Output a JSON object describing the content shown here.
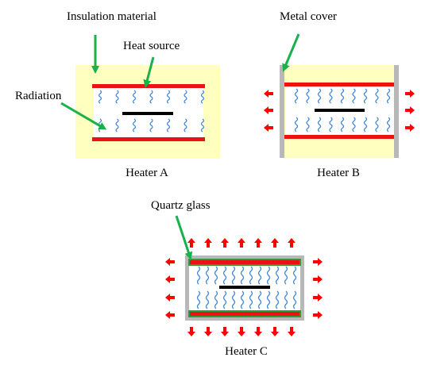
{
  "labels": {
    "insulation_material": "Insulation material",
    "heat_source": "Heat source",
    "radiation": "Radiation",
    "metal_cover": "Metal cover",
    "quartz_glass": "Quartz glass"
  },
  "heaters": {
    "a": {
      "caption": "Heater A"
    },
    "b": {
      "caption": "Heater B"
    },
    "c": {
      "caption": "Heater C"
    }
  },
  "colors": {
    "insulation_fill": "#ffffc0",
    "heater_bar": "#ee1111",
    "radiation_wave": "#3f86d6",
    "pointer_arrow": "#18b14a",
    "heat_flow_arrow": "#ff0000",
    "metal_cover": "#b8b8b8",
    "quartz_frame": "#b8b8b8",
    "quartz_bar_edge": "#2e9a3c",
    "workpiece": "#000000"
  },
  "icons": {
    "pointer": "green-arrow-icon",
    "heat_flow": "red-arrow-icon",
    "radiation": "wavy-line-icon"
  }
}
